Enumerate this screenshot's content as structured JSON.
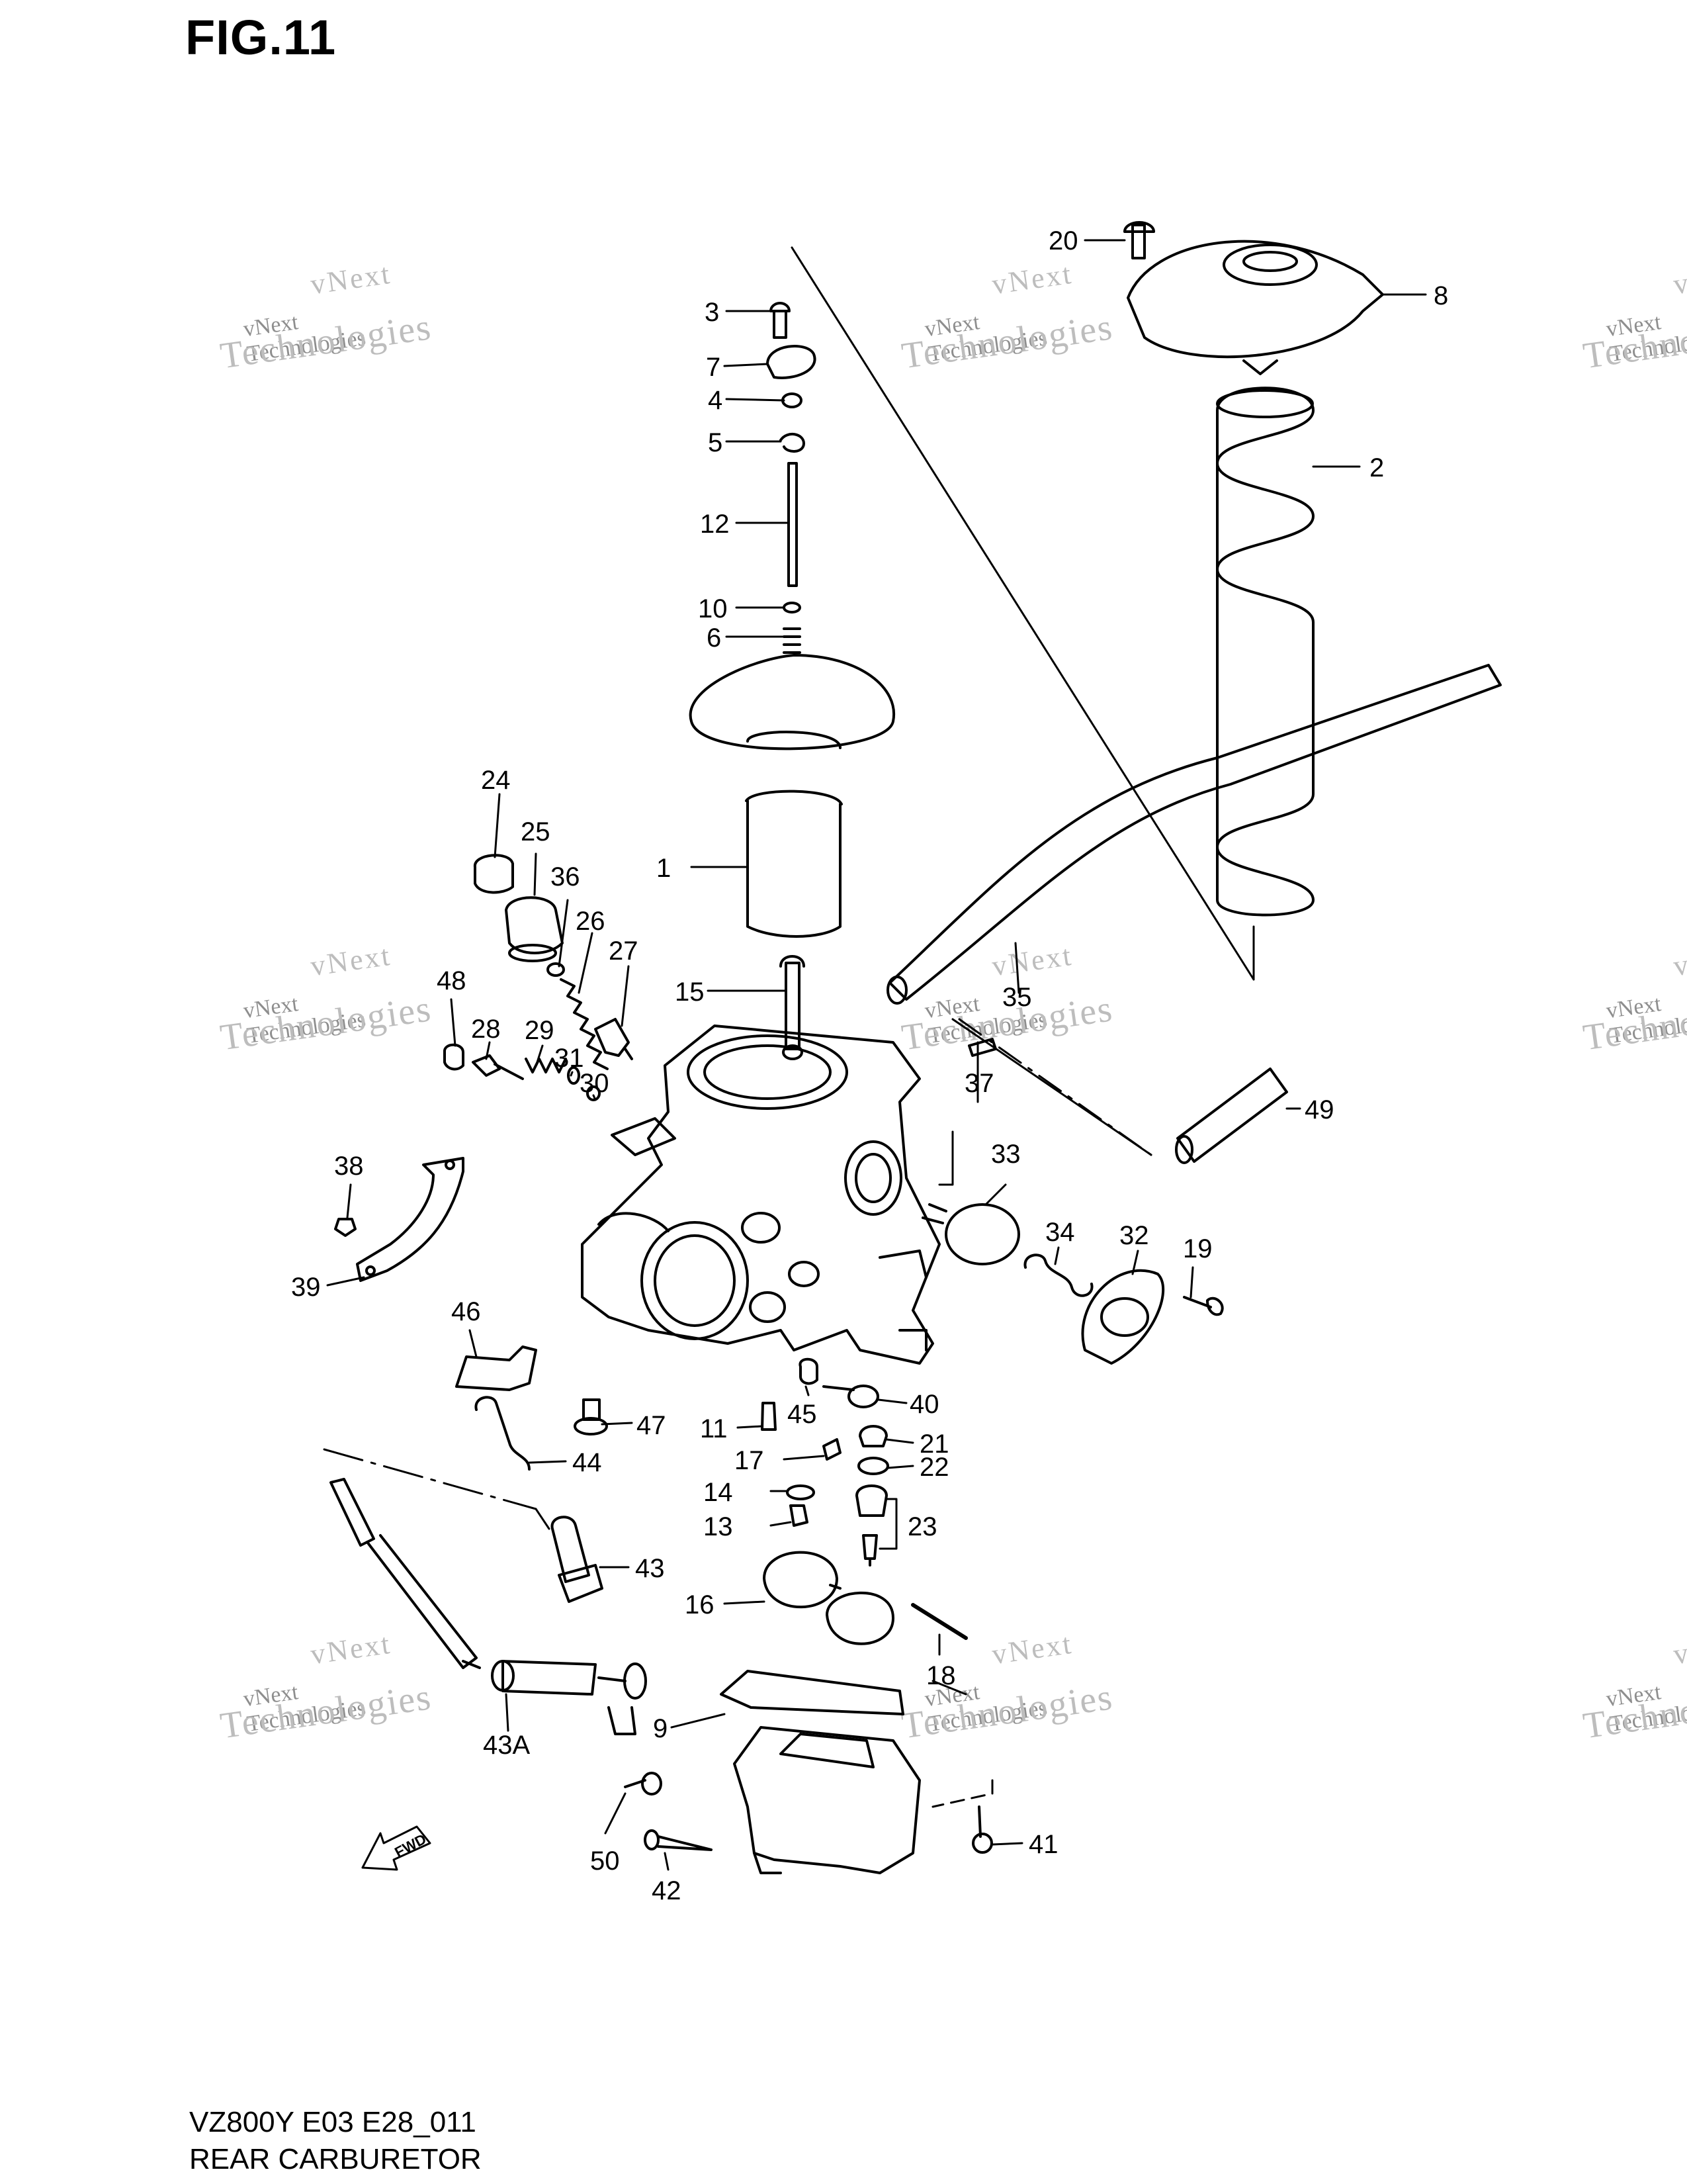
{
  "figure_title": "FIG.11",
  "model_code": "VZ800Y E03 E28_011",
  "caption": "REAR CARBURETOR",
  "watermark": {
    "line1": "vNext",
    "line2": "vNext Technologies",
    "line3": "Technologies"
  },
  "fwd_label": "FWD",
  "callouts": [
    "1",
    "2",
    "3",
    "4",
    "5",
    "6",
    "7",
    "8",
    "9",
    "10",
    "11",
    "12",
    "13",
    "14",
    "15",
    "16",
    "17",
    "18",
    "19",
    "20",
    "21",
    "22",
    "23",
    "24",
    "25",
    "26",
    "27",
    "28",
    "29",
    "30",
    "31",
    "32",
    "33",
    "34",
    "35",
    "36",
    "37",
    "38",
    "39",
    "40",
    "41",
    "42",
    "43",
    "43A",
    "44",
    "45",
    "46",
    "47",
    "48",
    "49",
    "50"
  ]
}
